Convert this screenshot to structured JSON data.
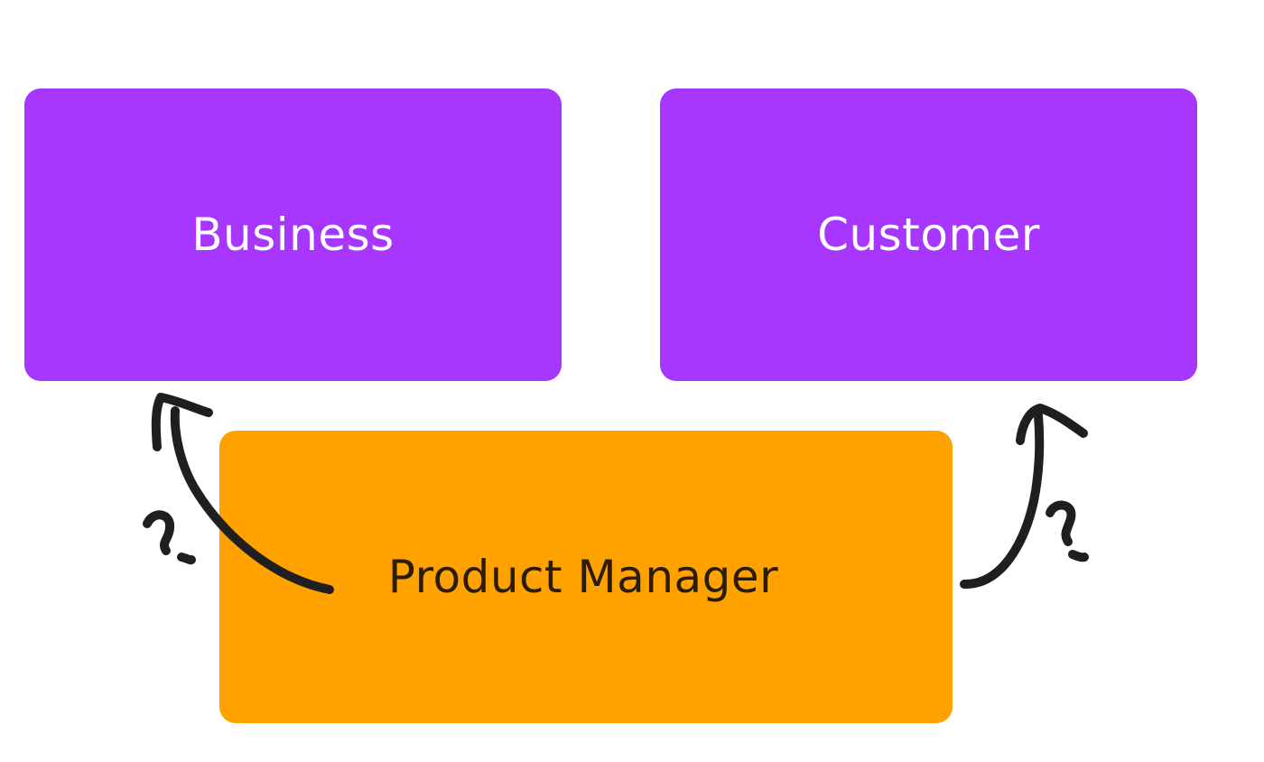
{
  "nodes": {
    "business": {
      "label": "Business",
      "color": "#a736ff"
    },
    "customer": {
      "label": "Customer",
      "color": "#a736ff"
    },
    "product_manager": {
      "label": "Product Manager",
      "color": "#ffa200"
    }
  },
  "connectors": [
    {
      "from": "product_manager",
      "to": "business",
      "annotation": "question-mark"
    },
    {
      "from": "product_manager",
      "to": "customer",
      "annotation": "question-mark"
    }
  ]
}
